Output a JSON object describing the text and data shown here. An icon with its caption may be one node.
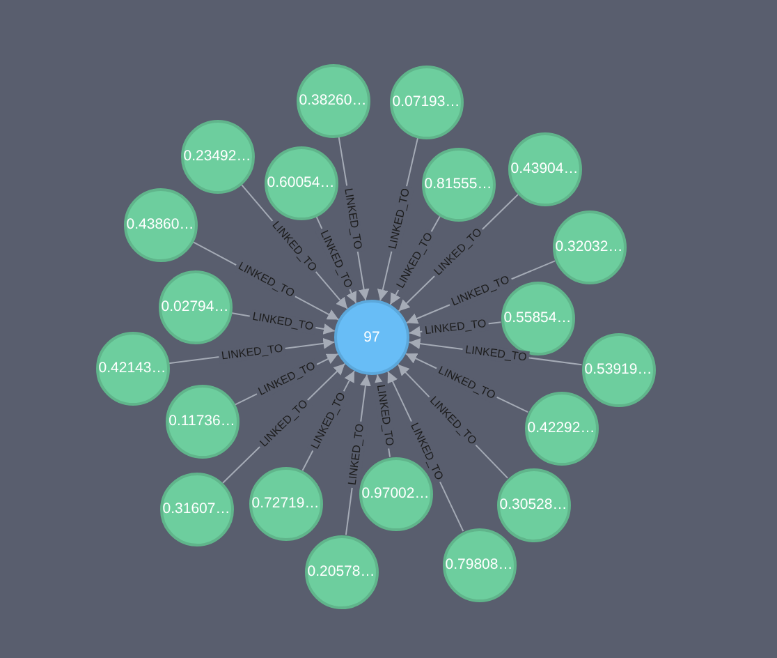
{
  "diagram": {
    "nodes": [
      {
        "text": [
          "0.38260…"
        ]
      },
      {
        "text": [
          "0.07193…"
        ]
      },
      {
        "text": [
          "0.23492…"
        ]
      },
      {
        "text": [
          "0.43904…"
        ]
      },
      {
        "text": [
          "0.60054…"
        ]
      },
      {
        "text": [
          "0.81555…"
        ]
      },
      {
        "text": [
          "0.43860…"
        ]
      },
      {
        "text": [
          "0.32032…"
        ]
      },
      {
        "text": [
          "0.02794…"
        ]
      },
      {
        "text": [
          "0.55854…"
        ]
      },
      {
        "text": [
          "97"
        ]
      },
      {
        "text": [
          "0.53919…"
        ]
      },
      {
        "text": [
          "0.42143…"
        ]
      },
      {
        "text": [
          "0.11736…"
        ]
      },
      {
        "text": [
          "0.42292…"
        ]
      },
      {
        "text": [
          "0.97002…"
        ]
      },
      {
        "text": [
          "0.72719…"
        ]
      },
      {
        "text": [
          "0.30528…"
        ]
      },
      {
        "text": [
          "0.31607…"
        ]
      },
      {
        "text": [
          "0.79808…"
        ]
      },
      {
        "text": [
          "0.20578…"
        ]
      }
    ],
    "edges": [
      {
        "from": 0,
        "to": 10,
        "arrow": "to",
        "label": "LINKED_TO"
      },
      {
        "from": 1,
        "to": 10,
        "arrow": "to",
        "label": "LINKED_TO"
      },
      {
        "from": 2,
        "to": 10,
        "arrow": "to",
        "label": "LINKED_TO"
      },
      {
        "from": 3,
        "to": 10,
        "arrow": "to",
        "label": "LINKED_TO"
      },
      {
        "from": 4,
        "to": 10,
        "arrow": "to",
        "label": "LINKED_TO"
      },
      {
        "from": 5,
        "to": 10,
        "arrow": "to",
        "label": "LINKED_TO"
      },
      {
        "from": 6,
        "to": 10,
        "arrow": "to",
        "label": "LINKED_TO"
      },
      {
        "from": 7,
        "to": 10,
        "arrow": "to",
        "label": "LINKED_TO"
      },
      {
        "from": 8,
        "to": 10,
        "arrow": "to",
        "label": "LINKED_TO"
      },
      {
        "from": 9,
        "to": 10,
        "arrow": "to",
        "label": "LINKED_TO"
      },
      {
        "from": 11,
        "to": 10,
        "arrow": "to",
        "label": "LINKED_TO"
      },
      {
        "from": 12,
        "to": 10,
        "arrow": "to",
        "label": "LINKED_TO"
      },
      {
        "from": 13,
        "to": 10,
        "arrow": "to",
        "label": "LINKED_TO"
      },
      {
        "from": 14,
        "to": 10,
        "arrow": "to",
        "label": "LINKED_TO"
      },
      {
        "from": 15,
        "to": 10,
        "arrow": "to",
        "label": "LINKED_TO"
      },
      {
        "from": 16,
        "to": 10,
        "arrow": "to",
        "label": "LINKED_TO"
      },
      {
        "from": 17,
        "to": 10,
        "arrow": "to",
        "label": "LINKED_TO"
      },
      {
        "from": 18,
        "to": 10,
        "arrow": "to",
        "label": "LINKED_TO"
      },
      {
        "from": 19,
        "to": 10,
        "arrow": "to",
        "label": "LINKED_TO"
      },
      {
        "from": 20,
        "to": 10,
        "arrow": "to",
        "label": "LINKED_TO"
      }
    ]
  }
}
